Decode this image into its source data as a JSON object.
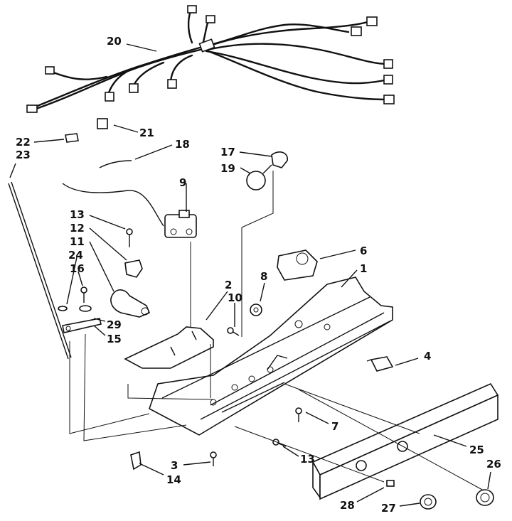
{
  "callouts": {
    "c1": "1",
    "c2": "2",
    "c3": "3",
    "c4": "4",
    "c6": "6",
    "c7": "7",
    "c8": "8",
    "c9": "9",
    "c10": "10",
    "c11": "11",
    "c12": "12",
    "c13a": "13",
    "c13b": "13",
    "c14": "14",
    "c15": "15",
    "c16": "16",
    "c17": "17",
    "c18": "18",
    "c19": "19",
    "c20": "20",
    "c21": "21",
    "c22": "22",
    "c23": "23",
    "c24": "24",
    "c25": "25",
    "c26": "26",
    "c27": "27",
    "c28": "28",
    "c29": "29"
  }
}
